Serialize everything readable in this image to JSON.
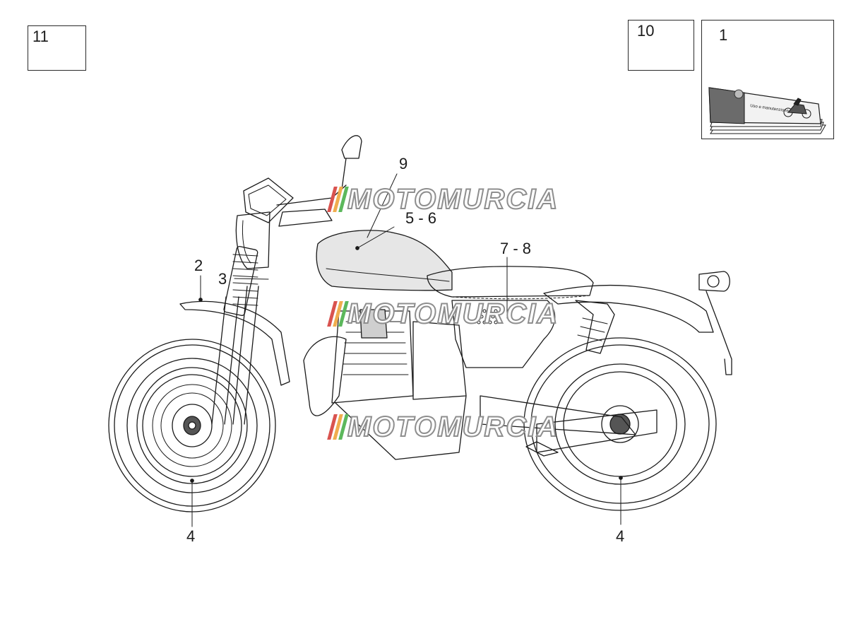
{
  "boxes": {
    "box_11": "11",
    "box_10": "10",
    "box_1": "1"
  },
  "manual": {
    "cover_text": "Uso e manutenzione"
  },
  "callouts": {
    "c2": "2",
    "c3": "3",
    "c4_front": "4",
    "c4_rear": "4",
    "c5_6": "5 - 6",
    "c7_8": "7 - 8",
    "c9": "9"
  },
  "watermark": {
    "text": "MOTOMURCIA",
    "flag_colors": [
      "#d9534f",
      "#f0ad4e",
      "#5cb85c"
    ]
  },
  "colors": {
    "line": "#1a1a1a",
    "tank_fill": "#d8d8d8",
    "manual_cover": "#6b6b6b"
  }
}
